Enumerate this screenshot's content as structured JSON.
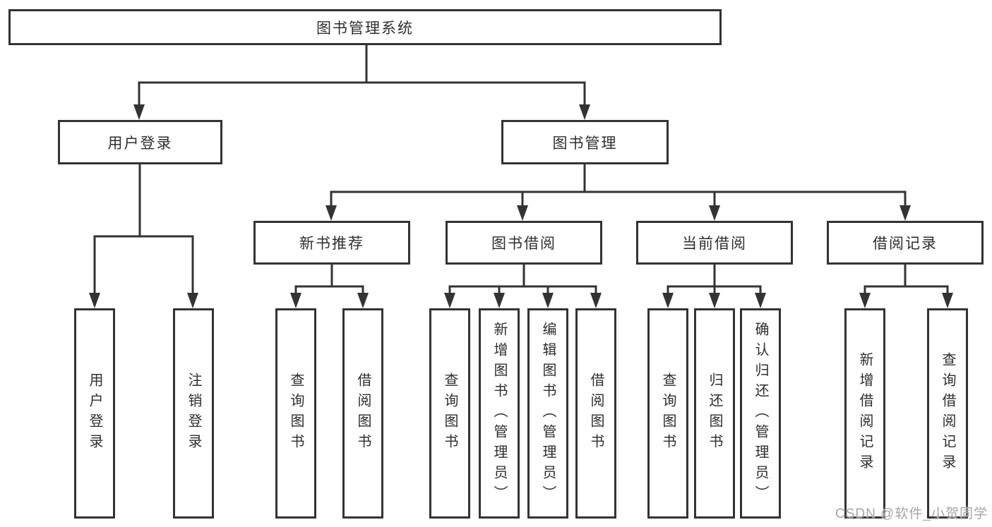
{
  "colors": {
    "line": "#333333",
    "text": "#2e2e2e",
    "background": "#ffffff",
    "watermark_gray": "#a5a5a5"
  },
  "watermark": {
    "text": "CSDN @软件_小贺同学"
  },
  "diagram": {
    "type": "tree",
    "root": {
      "label": "图书管理系统",
      "children": [
        {
          "label": "用户登录",
          "children": [
            {
              "label": "用户登录"
            },
            {
              "label": "注销登录"
            }
          ]
        },
        {
          "label": "图书管理",
          "children": [
            {
              "label": "新书推荐",
              "children": [
                {
                  "label": "查询图书"
                },
                {
                  "label": "借阅图书"
                }
              ]
            },
            {
              "label": "图书借阅",
              "children": [
                {
                  "label": "查询图书"
                },
                {
                  "label": "新增图书（管理员）"
                },
                {
                  "label": "编辑图书（管理员）"
                },
                {
                  "label": "借阅图书"
                }
              ]
            },
            {
              "label": "当前借阅",
              "children": [
                {
                  "label": "查询图书"
                },
                {
                  "label": "归还图书"
                },
                {
                  "label": "确认归还（管理员）"
                }
              ]
            },
            {
              "label": "借阅记录",
              "children": [
                {
                  "label": "新增借阅记录"
                },
                {
                  "label": "查询借阅记录"
                }
              ]
            }
          ]
        }
      ]
    }
  }
}
